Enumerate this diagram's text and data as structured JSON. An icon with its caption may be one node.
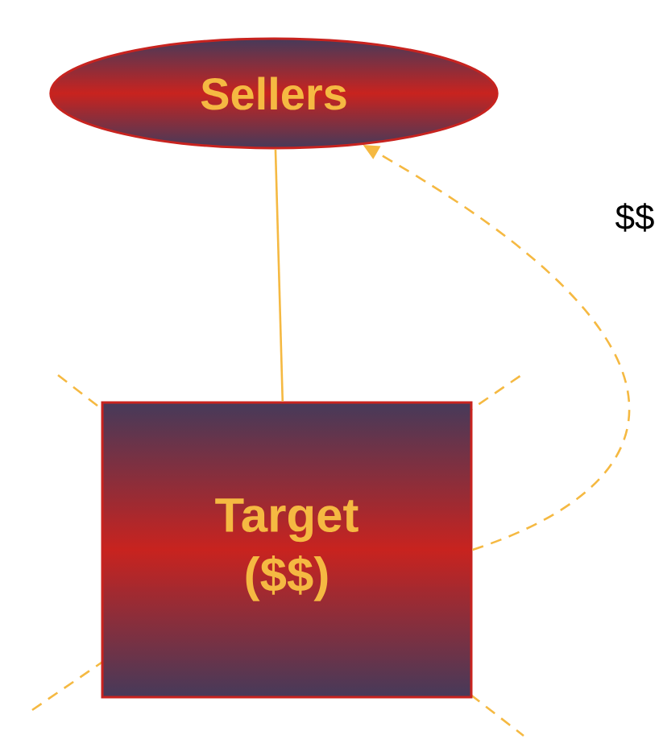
{
  "diagram": {
    "nodes": [
      {
        "text": [
          "Sellers"
        ]
      },
      {
        "text": [
          "Target ($$)"
        ]
      }
    ],
    "edges": [
      {
        "from": 0,
        "to": 1,
        "arrow": "none"
      },
      {
        "from": 1,
        "to": 0,
        "arrow": "to",
        "style": "dashed",
        "label": "$$"
      }
    ]
  }
}
